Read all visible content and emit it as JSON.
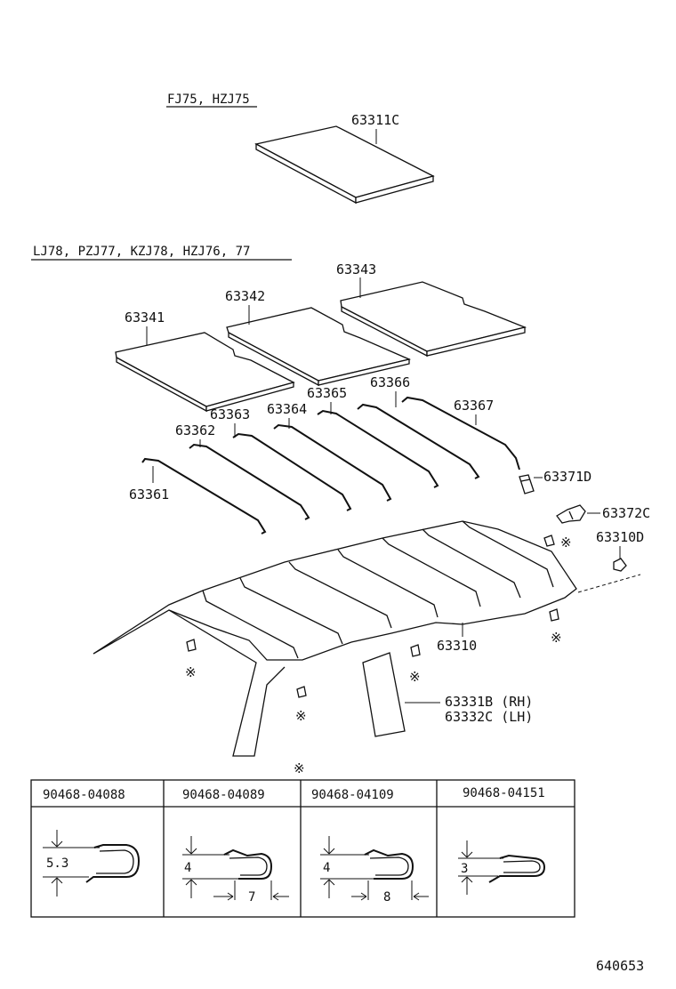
{
  "sections": {
    "fj_title": "FJ75, HZJ75",
    "lj_title": "LJ78, PZJ77, KZJ78, HZJ76, 77"
  },
  "parts": {
    "p63311C": "63311C",
    "p63343": "63343",
    "p63342": "63342",
    "p63341": "63341",
    "p63365": "63365",
    "p63366": "63366",
    "p63363": "63363",
    "p63364": "63364",
    "p63367": "63367",
    "p63362": "63362",
    "p63371D": "63371D",
    "p63361": "63361",
    "p63372C": "63372C",
    "p63310D": "63310D",
    "p63310": "63310",
    "p63331B": "63331B (RH)",
    "p63332C": "63332C (LH)"
  },
  "clip_symbol": "※",
  "clip_table": {
    "columns": [
      "90468-04088",
      "90468-04089",
      "90468-04109",
      "90468-04151"
    ],
    "dims": {
      "c1_height": "5.3",
      "c2_height": "4",
      "c2_width": "7",
      "c3_height": "4",
      "c3_width": "8",
      "c4_height": "3"
    }
  },
  "figure_number": "640653"
}
